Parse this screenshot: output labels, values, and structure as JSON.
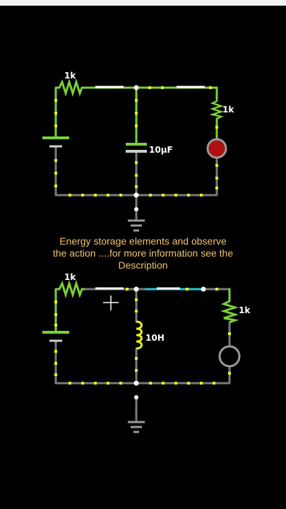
{
  "caption": {
    "line1": "Energy storage elements and observe",
    "line2": "the action ....for more information see the",
    "line3": "Description"
  },
  "circuit_top": {
    "resistor_source_label": "1k",
    "resistor_load_label": "1k",
    "capacitor_label": "10µF"
  },
  "circuit_bottom": {
    "resistor_source_label": "1k",
    "resistor_load_label": "1k",
    "inductor_label": "10H"
  },
  "colors": {
    "wire_idle": "#7a7a7a",
    "wire_active": "#7ad03a",
    "current_dot": "#e8f01a",
    "lamp_on": "#b01010",
    "lamp_off": "#000000",
    "caption": "#f2c46b"
  }
}
